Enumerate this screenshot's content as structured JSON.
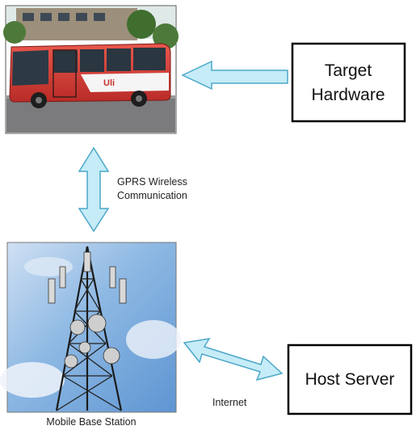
{
  "nodes": {
    "target_hardware": {
      "line1": "Target",
      "line2": "Hardware"
    },
    "host_server": {
      "label": "Host Server"
    },
    "mobile_base_station": {
      "label": "Mobile Base Station"
    }
  },
  "links": {
    "gprs": {
      "line1": "GPRS Wireless",
      "line2": "Communication"
    },
    "internet": {
      "label": "Internet"
    }
  },
  "colors": {
    "arrow_fill": "#c5ecf7",
    "arrow_stroke": "#4da7c9",
    "bus_red": "#d63a35",
    "sky_blue": "#6fa3d9"
  }
}
